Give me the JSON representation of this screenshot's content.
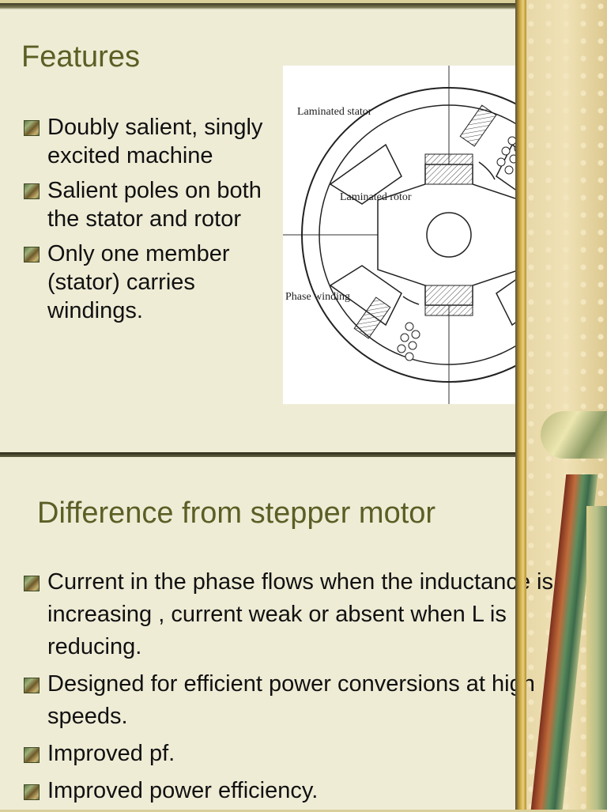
{
  "slide1": {
    "title": "Features",
    "bullets": [
      "Doubly salient, singly excited machine",
      "Salient poles on both the stator and rotor",
      "Only one member (stator) carries windings."
    ],
    "diagram": {
      "label_stator": "Laminated stator",
      "label_rotor": "Laminated rotor",
      "label_winding": "Phase winding"
    }
  },
  "slide2": {
    "title": "Difference from stepper motor",
    "bullets": [
      "Current in the phase flows when the inductance is increasing , current weak or absent when L is reducing.",
      "Designed for efficient power conversions at high speeds.",
      "Improved pf.",
      "Improved power efficiency."
    ]
  }
}
